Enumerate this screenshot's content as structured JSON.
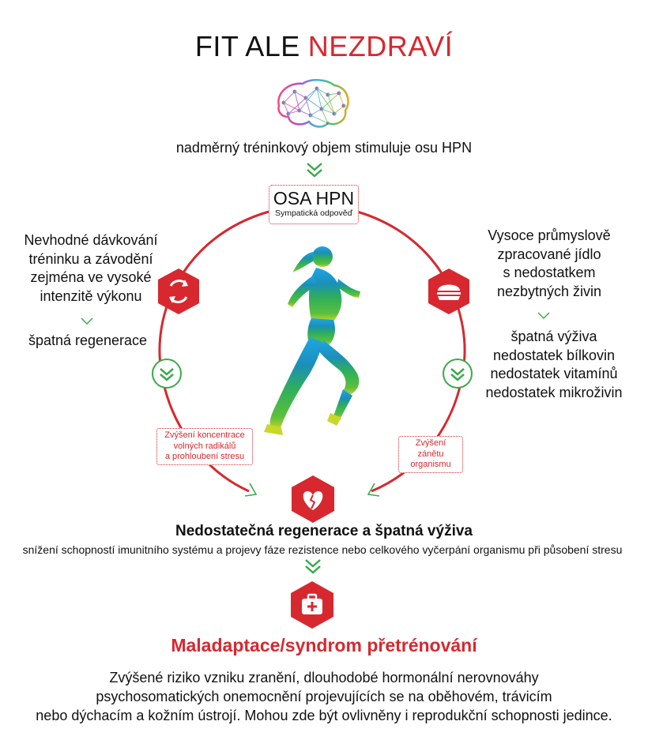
{
  "title": {
    "part1": "FIT ALE",
    "part2": "NEZDRAVÍ"
  },
  "intro": "nadměrný tréninkový objem stimuluje osu HPN",
  "osa": {
    "title": "OSA HPN",
    "subtitle": "Sympatická odpověď"
  },
  "left": {
    "line1": "Nevhodné dávkování",
    "line2": "tréninku a závodění",
    "line3": "zejména ve vysoké",
    "line4": "intenzitě výkonu",
    "result": "špatná regenerace",
    "box_line1": "Zvýšení koncentrace",
    "box_line2": "volných radikálů",
    "box_line3": "a prohloubení stresu"
  },
  "right": {
    "line1": "Vysoce průmyslově",
    "line2": "zpracované jídlo",
    "line3": "s nedostatkem",
    "line4": "nezbytných živin",
    "result1": "špatná výživa",
    "result2": "nedostatek bílkovin",
    "result3": "nedostatek vitamínů",
    "result4": "nedostatek mikroživin",
    "box_line1": "Zvýšení zánětu",
    "box_line2": "organismu"
  },
  "middle": {
    "heading": "Nedostatečná regenerace a špatná výživa",
    "sub": "snížení schopností imunitního systému a projevy fáze rezistence nebo celkového vyčerpání organismu při působení stresu"
  },
  "final": {
    "heading": "Maladaptace/syndrom přetrénování",
    "line1": "Zvýšené riziko vzniku zranění, dlouhodobé hormonální nerovnováhy",
    "line2": "psychosomatických onemocnění projevujících se na oběhovém, trávicím",
    "line3": "nebo dýchacím a kožním ústrojí. Mohou zde být ovlivněny i reprodukční schopnosti jedince."
  },
  "icons": {
    "brain": "brain-network-icon",
    "cycle": "recycle-arrows-icon",
    "food": "burger-icon",
    "heart": "broken-heart-icon",
    "medkit": "first-aid-kit-icon",
    "runner": "running-woman-icon"
  },
  "colors": {
    "accent": "#d7282f",
    "green": "#3aaa4a",
    "text": "#111111"
  }
}
